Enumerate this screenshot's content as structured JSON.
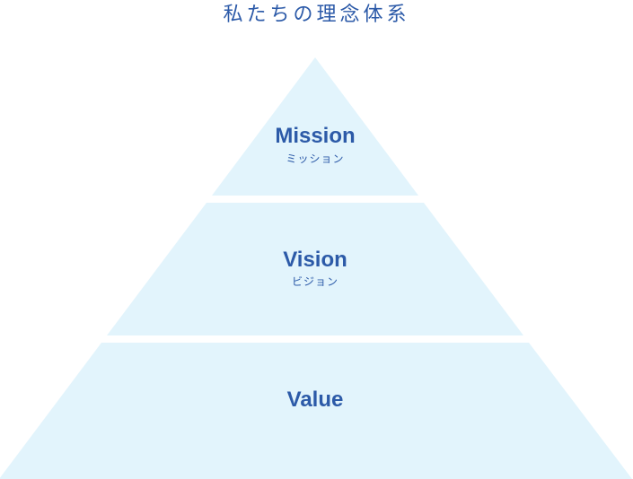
{
  "title": "私たちの理念体系",
  "colors": {
    "accent": "#2c5aa8",
    "tier_fill": "#e2f4fc"
  },
  "tiers": [
    {
      "name": "Mission",
      "kana": "ミッション"
    },
    {
      "name": "Vision",
      "kana": "ビジョン"
    },
    {
      "name": "Value",
      "kana": ""
    }
  ]
}
